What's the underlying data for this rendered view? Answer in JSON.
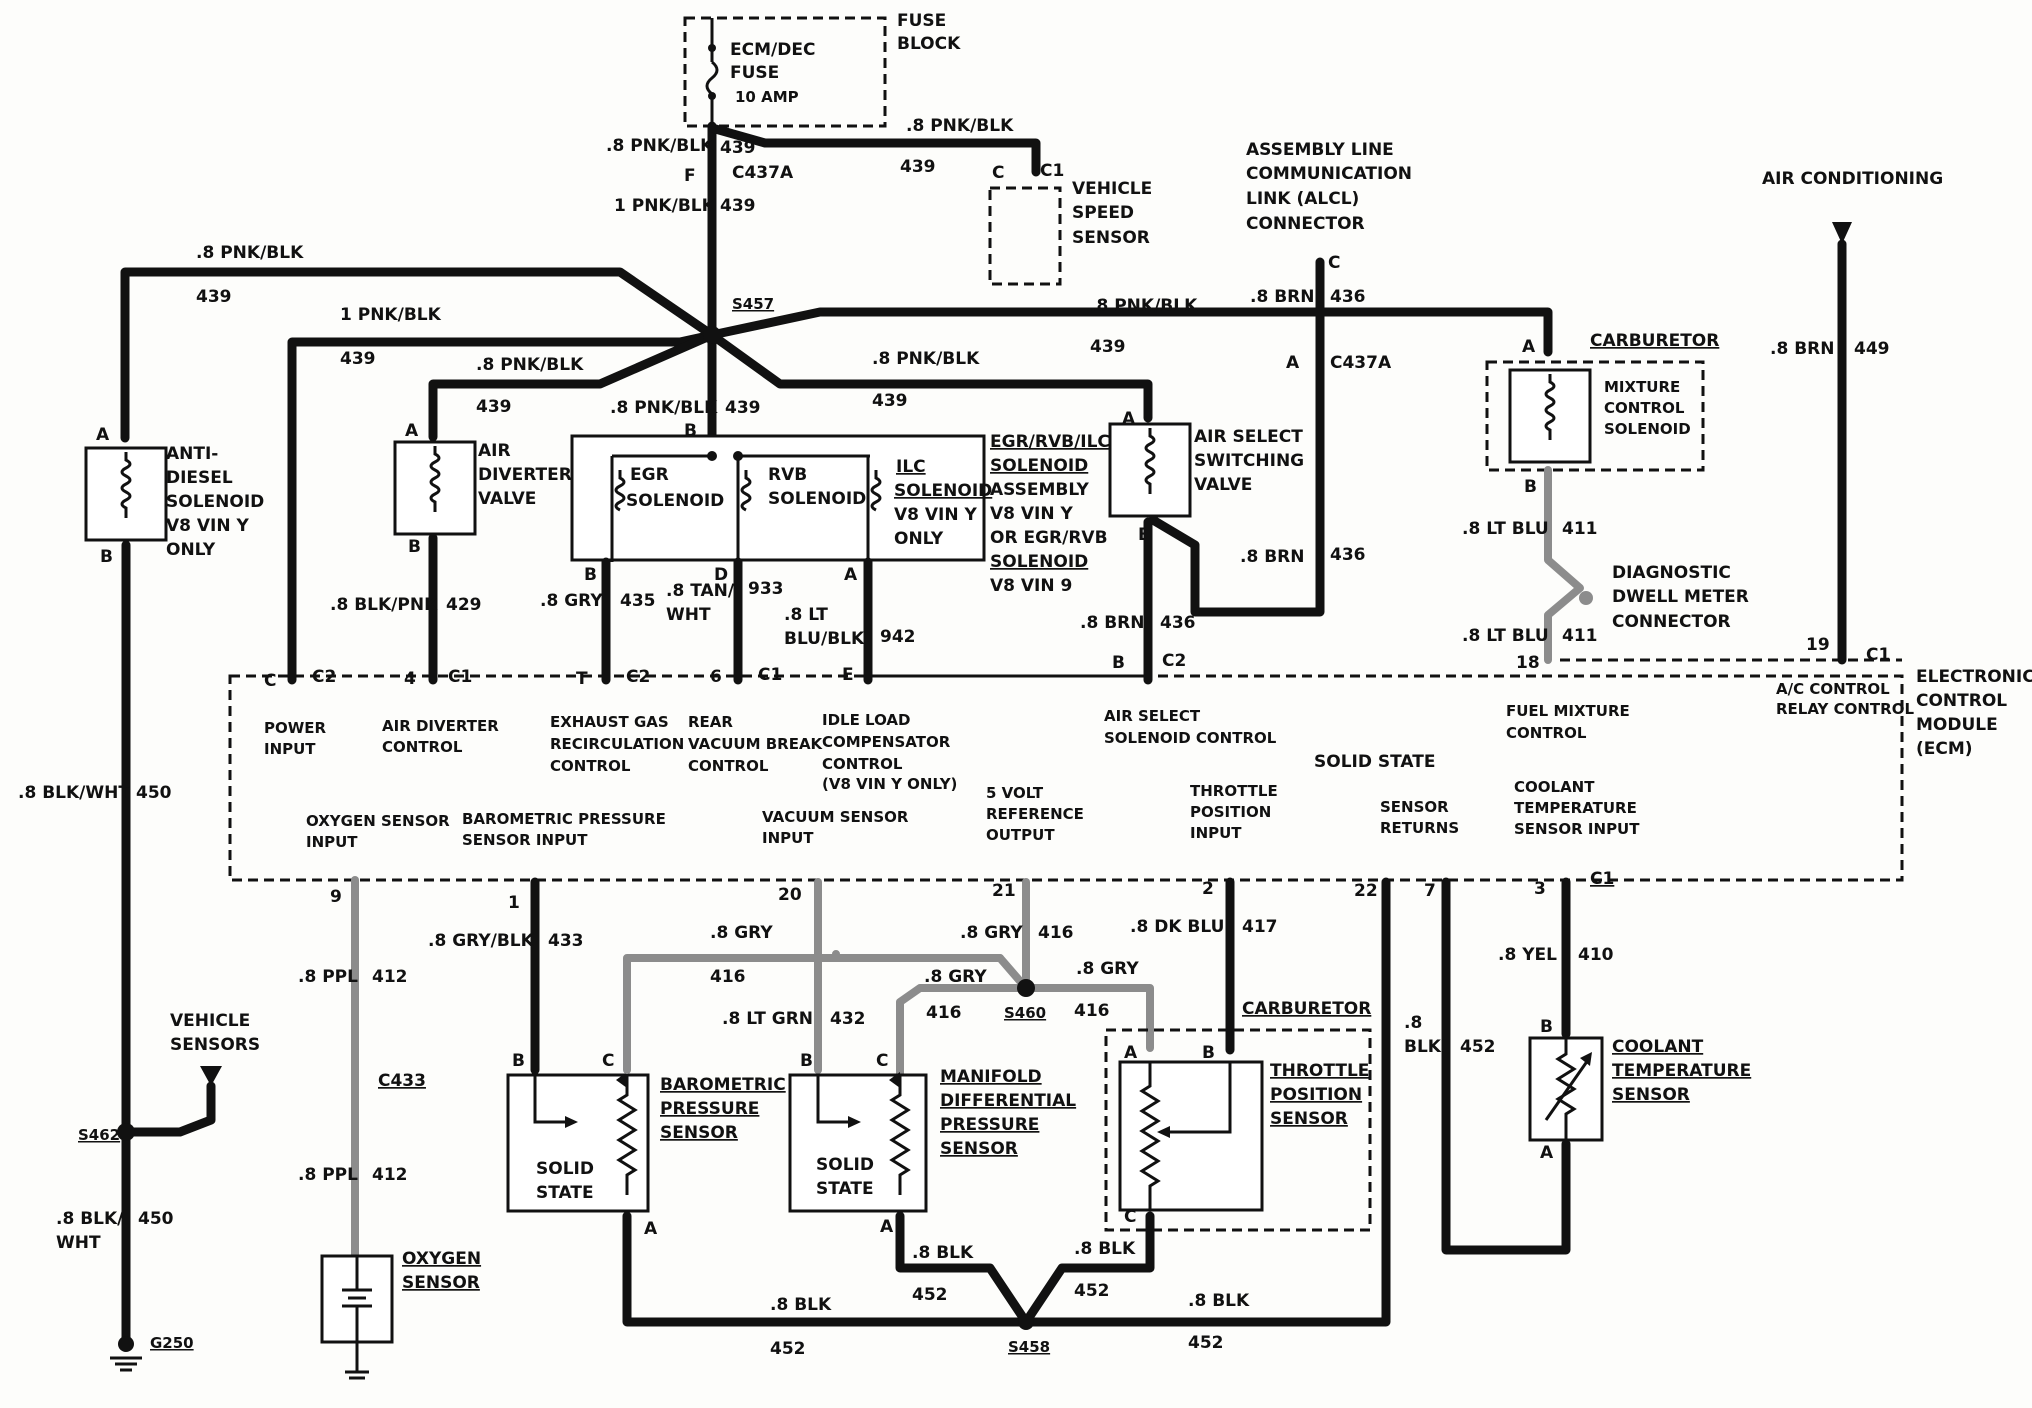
{
  "fuse_block": {
    "title_1": "FUSE",
    "title_2": "BLOCK",
    "fuse_name_1": "ECM/DEC",
    "fuse_name_2": "FUSE",
    "rating": "10 AMP"
  },
  "connectors": {
    "c437a_top": "C437A",
    "c437a_right": "C437A",
    "s457": "S457",
    "s460": "S460",
    "s462": "S462",
    "s458": "S458",
    "c433": "C433",
    "g250": "G250",
    "c1_vss": "C1",
    "c2": "C2",
    "c1": "C1"
  },
  "wires": {
    "w439": "439",
    "pnk_blk_8": ".8 PNK/BLK",
    "pnk_blk_1": "1 PNK/BLK",
    "w436": "436",
    "brn_8": ".8 BRN",
    "w449": "449",
    "w411": "411",
    "lt_blu_8": ".8 LT BLU",
    "w429": "429",
    "blk_pnk_8": ".8 BLK/PNK",
    "w435": "435",
    "gry_8": ".8 GRY",
    "w933": "933",
    "tan_wht_1": ".8 TAN/",
    "tan_wht_2": "WHT",
    "w942": "942",
    "lt_blu_blk_1": ".8 LT",
    "lt_blu_blk_2": "BLU/BLK",
    "w450": "450",
    "blk_wht_8": ".8 BLK/WHT",
    "blk_wht_a": ".8 BLK/",
    "blk_wht_b": "WHT",
    "w412": "412",
    "ppl_8": ".8 PPL",
    "w433": "433",
    "gry_blk_8": ".8 GRY/BLK",
    "w416": "416",
    "w432": "432",
    "lt_grn_8": ".8 LT GRN",
    "w417": "417",
    "dk_blu_8": ".8 DK BLU",
    "w452": "452",
    "blk_8": ".8 BLK",
    "blk_8a": ".8",
    "blk_8b": "BLK",
    "w410": "410",
    "yel_8": ".8 YEL"
  },
  "pins": {
    "A": "A",
    "B": "B",
    "C": "C",
    "D": "D",
    "E": "E",
    "F": "F",
    "T": "T",
    "p4": "4",
    "p6": "6",
    "p9": "9",
    "p1": "1",
    "p20": "20",
    "p21": "21",
    "p2": "2",
    "p22": "22",
    "p7": "7",
    "p3": "3",
    "p19": "19",
    "p18": "18"
  },
  "components": {
    "vss": [
      "VEHICLE",
      "SPEED",
      "SENSOR"
    ],
    "alcl": [
      "ASSEMBLY LINE",
      "COMMUNICATION",
      "LINK (ALCL)",
      "CONNECTOR"
    ],
    "air_conditioning": "AIR CONDITIONING",
    "carb_top": "CARBURETOR",
    "mixture": [
      "MIXTURE",
      "CONTROL",
      "SOLENOID"
    ],
    "anti_diesel": [
      "ANTI-",
      "DIESEL",
      "SOLENOID",
      "V8 VIN Y",
      "ONLY"
    ],
    "air_diverter": [
      "AIR",
      "DIVERTER",
      "VALVE"
    ],
    "egr": [
      "EGR",
      "SOLENOID"
    ],
    "rvb": [
      "RVB",
      "SOLENOID"
    ],
    "ilc": [
      "ILC",
      "SOLENOID",
      "V8 VIN Y",
      "ONLY"
    ],
    "assembly": [
      "EGR/RVB/ILC",
      "SOLENOID",
      "ASSEMBLY",
      "V8 VIN Y",
      "OR EGR/RVB",
      "SOLENOID",
      "V8 VIN 9"
    ],
    "air_select": [
      "AIR SELECT",
      "SWITCHING",
      "VALVE"
    ],
    "dwell": [
      "DIAGNOSTIC",
      "DWELL METER",
      "CONNECTOR"
    ],
    "ecm_title": [
      "ELECTRONIC",
      "CONTROL",
      "MODULE",
      "(ECM)"
    ],
    "vehicle_sensors": [
      "VEHICLE",
      "SENSORS"
    ],
    "oxygen": [
      "OXYGEN",
      "SENSOR"
    ],
    "baro": [
      "BAROMETRIC",
      "PRESSURE",
      "SENSOR"
    ],
    "solid_state": [
      "SOLID",
      "STATE"
    ],
    "mdp": [
      "MANIFOLD",
      "DIFFERENTIAL",
      "PRESSURE",
      "SENSOR"
    ],
    "carb_bottom": "CARBURETOR",
    "tps": [
      "THROTTLE",
      "POSITION",
      "SENSOR"
    ],
    "coolant": [
      "COOLANT",
      "TEMPERATURE",
      "SENSOR"
    ]
  },
  "ecm": {
    "power": [
      "POWER",
      "INPUT"
    ],
    "air_div": [
      "AIR DIVERTER",
      "CONTROL"
    ],
    "egr": [
      "EXHAUST GAS",
      "RECIRCULATION",
      "CONTROL"
    ],
    "rvb": [
      "REAR",
      "VACUUM BREAK",
      "CONTROL"
    ],
    "ilc": [
      "IDLE LOAD",
      "COMPENSATOR",
      "CONTROL",
      "(V8 VIN Y ONLY)"
    ],
    "air_sel": [
      "AIR SELECT",
      "SOLENOID CONTROL"
    ],
    "solid_state": "SOLID STATE",
    "fuel": [
      "FUEL MIXTURE",
      "CONTROL"
    ],
    "ac": [
      "A/C CONTROL",
      "RELAY CONTROL"
    ],
    "o2": [
      "OXYGEN SENSOR",
      "INPUT"
    ],
    "baro": [
      "BAROMETRIC PRESSURE",
      "SENSOR INPUT"
    ],
    "vac": [
      "VACUUM SENSOR",
      "INPUT"
    ],
    "ref5": [
      "5 VOLT",
      "REFERENCE",
      "OUTPUT"
    ],
    "tps": [
      "THROTTLE",
      "POSITION",
      "INPUT"
    ],
    "returns": [
      "SENSOR",
      "RETURNS"
    ],
    "cts": [
      "COOLANT",
      "TEMPERATURE",
      "SENSOR INPUT"
    ]
  }
}
